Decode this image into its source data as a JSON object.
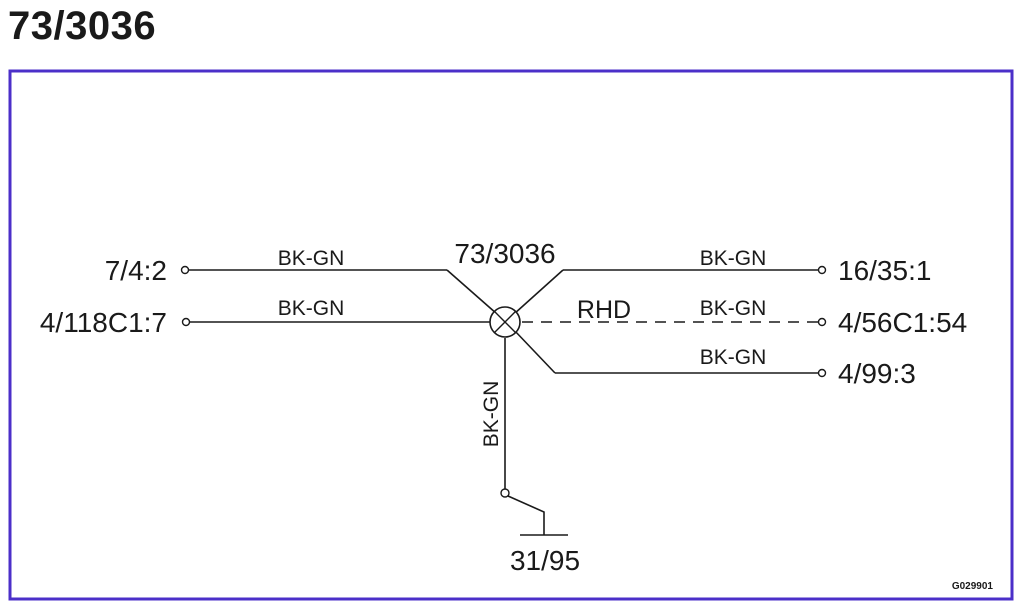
{
  "title": "73/3036",
  "splice": {
    "label": "73/3036"
  },
  "connectors": {
    "left_top": "7/4:2",
    "left_bottom": "4/118C1:7",
    "right_top": "16/35:1",
    "right_middle": "4/56C1:54",
    "right_bottom": "4/99:3",
    "ground": "31/95"
  },
  "wires": {
    "left_top": "BK-GN",
    "left_bottom": "BK-GN",
    "right_top": "BK-GN",
    "right_middle": "BK-GN",
    "right_bottom": "BK-GN",
    "down": "BK-GN"
  },
  "variant_label": "RHD",
  "figure_id": "G029901",
  "colors": {
    "frame": "#4b2fc9",
    "line": "#1a1a1a"
  }
}
